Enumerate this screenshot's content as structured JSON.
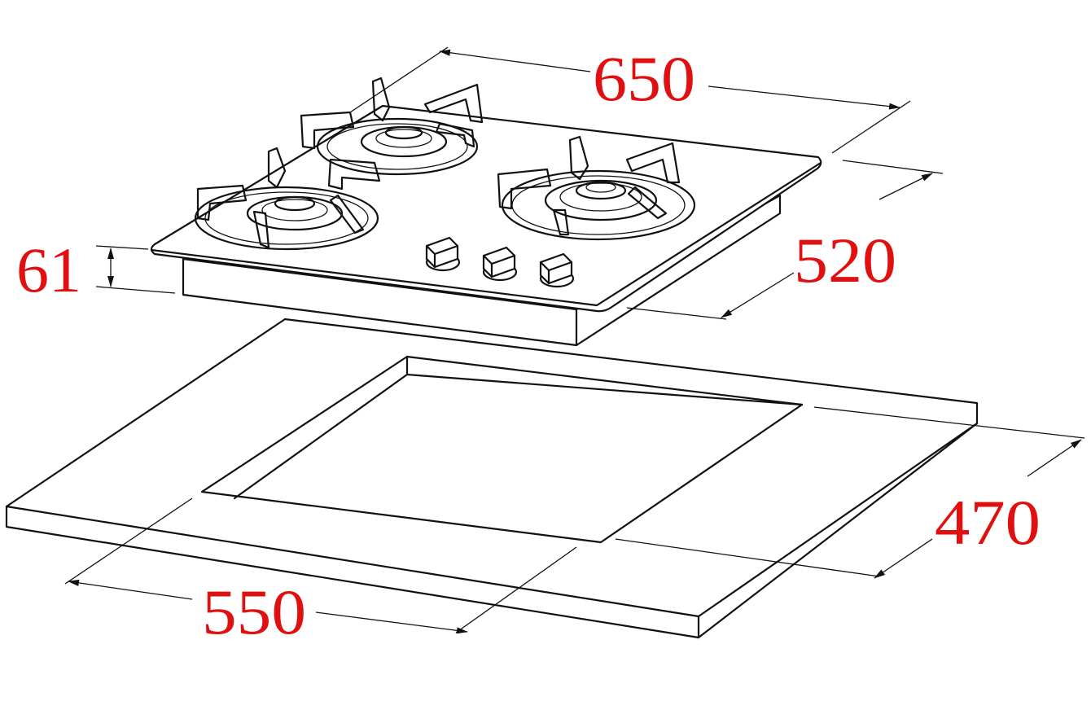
{
  "title": "",
  "colors": {
    "dimension_text": "#e01010",
    "line": "#111111",
    "background": "#ffffff"
  },
  "dimensions": {
    "hob_width": "650",
    "hob_depth": "520",
    "hob_height": "61",
    "cutout_width": "550",
    "cutout_depth": "470"
  },
  "components": {
    "burners": 3,
    "control_knobs": 3
  }
}
